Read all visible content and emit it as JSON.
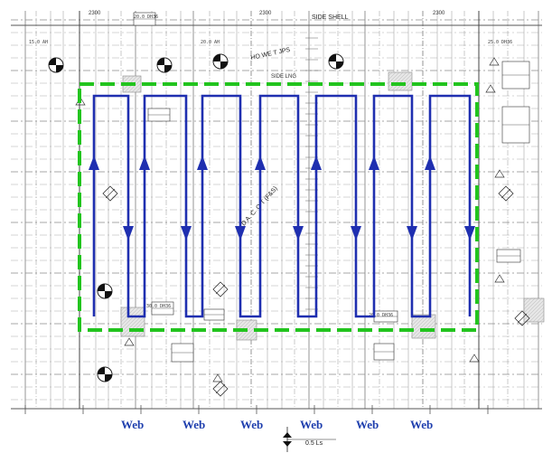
{
  "top_labels": {
    "side_shell": "SIDE SHELL",
    "dim_left": "2300",
    "dim_mid": "2300",
    "dim_right": "2300",
    "seam_label": "HO WE T JPS",
    "side_lng_label": "SIDE LNG"
  },
  "web_labels": [
    "Web",
    "Web",
    "Web",
    "Web",
    "Web",
    "Web"
  ],
  "bottom_dim": "0.5 Ls",
  "center_text": "D A. C. O T (F&S)",
  "colors": {
    "path": "#1f2fb0",
    "boundary": "#22c41e",
    "web_text": "#1f3fae",
    "grid": "#8a8a8a"
  },
  "tags": {
    "t1": "20.0 DH36",
    "t2": "20.0 AH",
    "t3": "25.0 DH36",
    "t4": "15.0 AH",
    "t5": "30.0 DH36",
    "t6": "20.0 DH36"
  }
}
